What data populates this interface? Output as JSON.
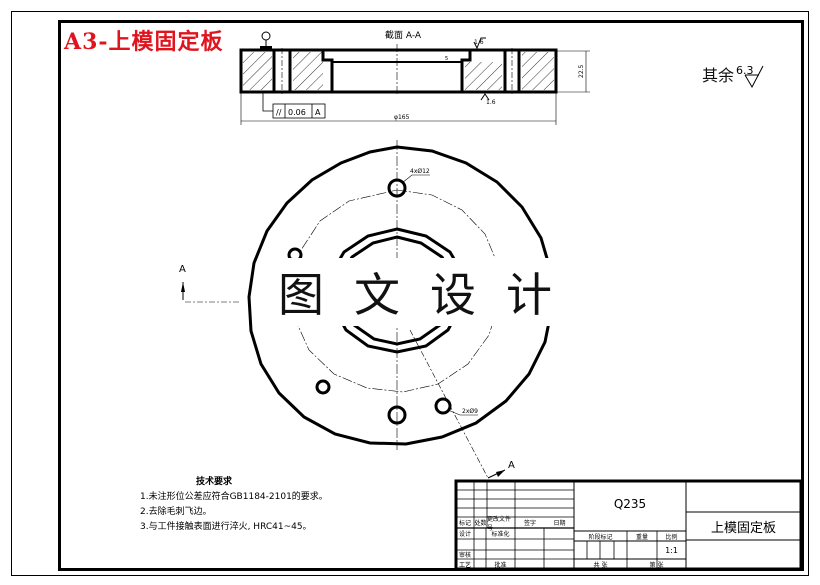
{
  "sheet": {
    "title": "A3-上模固定板",
    "title_color": "#e0141e",
    "border_color": "#000000",
    "background": "#ffffff"
  },
  "section_view": {
    "label": "截面  A-A",
    "overall_diameter": "φ165",
    "thickness": "22.5",
    "top_roughness": "1.6",
    "bottom_roughness": "1.6",
    "step_depth": "5",
    "geometric_tolerance": {
      "symbol": "//",
      "value": "0.06",
      "datum": "A"
    }
  },
  "surface_finish": {
    "label": "其余",
    "value": "6.3"
  },
  "plan_view": {
    "hole_callout_large": "4xØ12",
    "hole_callout_small": "2xØ9",
    "section_marker_left": "A",
    "section_marker_right": "A"
  },
  "watermark": {
    "chars": [
      "图",
      "文",
      "设",
      "计"
    ]
  },
  "technical_requirements": {
    "heading": "技术要求",
    "items": [
      "1.未注形位公差应符合GB1184-2101的要求。",
      "2.去除毛刺飞边。",
      "3.与工件接触表面进行淬火, HRC41~45。"
    ]
  },
  "title_block": {
    "material": "Q235",
    "part_name": "上模固定板",
    "scale": "1:1",
    "labels": {
      "mark": "标记",
      "count": "处数",
      "zone": "更改文件号",
      "signature": "签字",
      "date": "日期",
      "designer": "设计",
      "standardization": "标准化",
      "reviewer": "审核",
      "process": "工艺",
      "approve": "批准",
      "stage_mark": "阶段标记",
      "weight": "重量",
      "ratio": "比例",
      "sheets_total": "共  张",
      "sheet_no": "第  张"
    }
  }
}
